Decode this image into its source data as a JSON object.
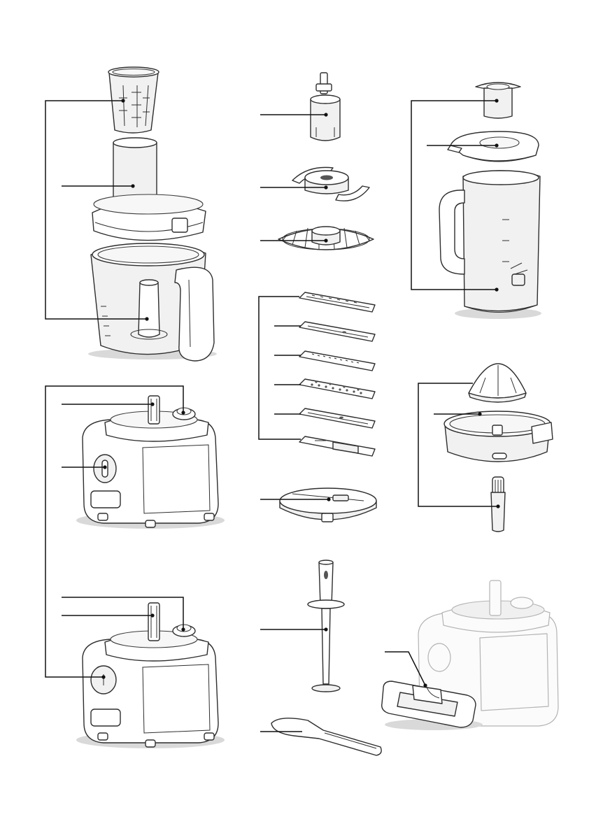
{
  "diagram": {
    "kind": "food-processor-parts-overview",
    "background": "#ffffff",
    "line_color": "#111111",
    "parts": [
      {
        "id": "pusher-small",
        "group": "bowl-assembly"
      },
      {
        "id": "pusher-large",
        "group": "bowl-assembly"
      },
      {
        "id": "bowl",
        "group": "bowl-assembly"
      },
      {
        "id": "drive-coupling",
        "group": "motor-base"
      },
      {
        "id": "safety-lock",
        "group": "motor-base"
      },
      {
        "id": "control-knob",
        "group": "motor-base"
      },
      {
        "id": "blade-adapter",
        "group": "tools"
      },
      {
        "id": "kneading-blade",
        "group": "tools"
      },
      {
        "id": "emulsifying-disc",
        "group": "tools"
      },
      {
        "id": "slicing-insert-1",
        "group": "inserts"
      },
      {
        "id": "slicing-insert-2",
        "group": "inserts"
      },
      {
        "id": "grating-insert-fine",
        "group": "inserts"
      },
      {
        "id": "grating-insert-coarse",
        "group": "inserts"
      },
      {
        "id": "slicing-insert-3",
        "group": "inserts"
      },
      {
        "id": "julienne-insert",
        "group": "inserts"
      },
      {
        "id": "disc-holder",
        "group": "tools"
      },
      {
        "id": "disc-holder-shaft",
        "group": "tools"
      },
      {
        "id": "spatula",
        "group": "tools"
      },
      {
        "id": "blender-filler-cap",
        "group": "blender"
      },
      {
        "id": "blender-lid",
        "group": "blender"
      },
      {
        "id": "blender-jar",
        "group": "blender"
      },
      {
        "id": "citrus-cone",
        "group": "citrus-press"
      },
      {
        "id": "citrus-sieve-bowl",
        "group": "citrus-press"
      },
      {
        "id": "citrus-shaft",
        "group": "citrus-press"
      },
      {
        "id": "cord-storage-drawer",
        "group": "motor-base"
      }
    ]
  }
}
